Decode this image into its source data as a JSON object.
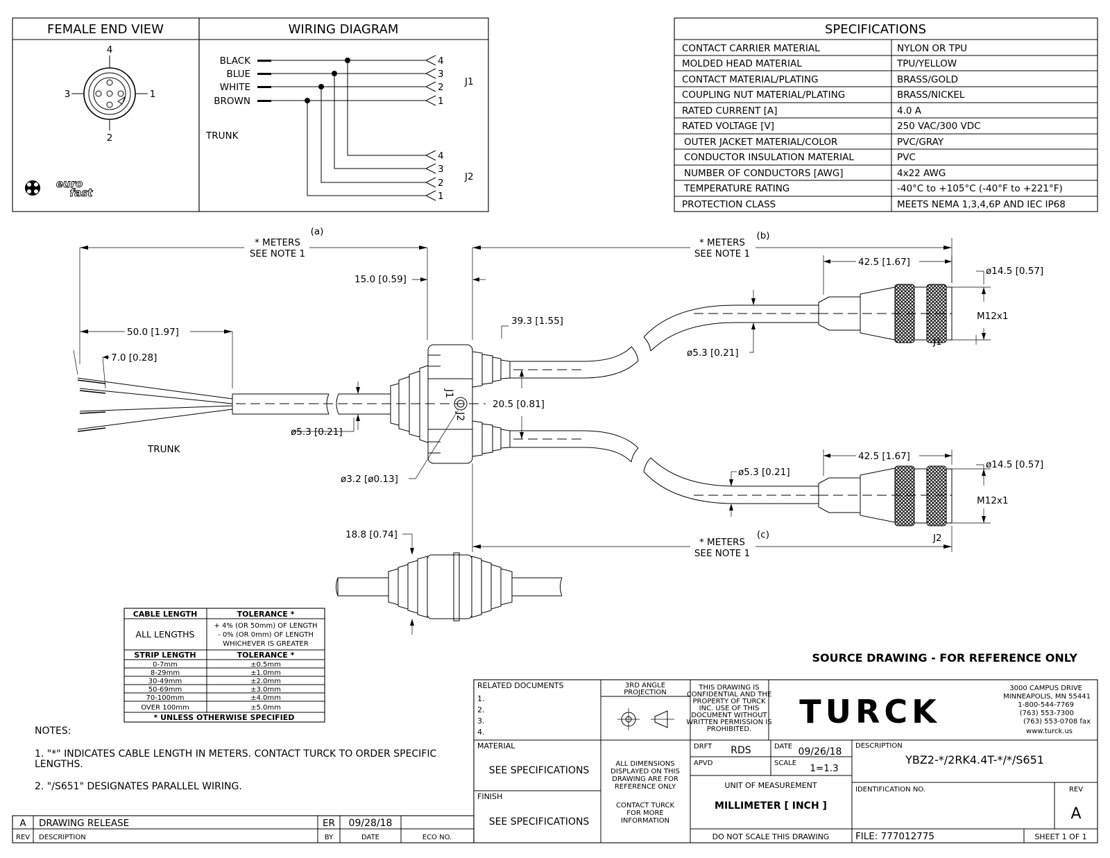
{
  "female_end_view": {
    "title": "FEMALE END VIEW",
    "pin_labels": [
      "4",
      "3",
      "1",
      "2"
    ],
    "logo_text": "eurofast"
  },
  "wiring_diagram": {
    "title": "WIRING DIAGRAM",
    "wires": [
      "BLACK",
      "BLUE",
      "WHITE",
      "BROWN"
    ],
    "trunk_label": "TRUNK",
    "j1_label": "J1",
    "j2_label": "J2",
    "j1_pins": [
      "4",
      "3",
      "2",
      "1"
    ],
    "j2_pins": [
      "4",
      "3",
      "2",
      "1"
    ]
  },
  "specifications": {
    "title": "SPECIFICATIONS",
    "rows": [
      {
        "label": "CONTACT CARRIER MATERIAL",
        "value": "NYLON OR TPU"
      },
      {
        "label": "MOLDED HEAD MATERIAL",
        "value": "TPU/YELLOW"
      },
      {
        "label": "CONTACT MATERIAL/PLATING",
        "value": "BRASS/GOLD"
      },
      {
        "label": "COUPLING NUT MATERIAL/PLATING",
        "value": "BRASS/NICKEL"
      },
      {
        "label": "RATED CURRENT [A]",
        "value": "4.0 A"
      },
      {
        "label": "RATED VOLTAGE [V]",
        "value": "250 VAC/300 VDC"
      },
      {
        "label": "OUTER JACKET MATERIAL/COLOR",
        "value": "PVC/GRAY"
      },
      {
        "label": "CONDUCTOR INSULATION MATERIAL",
        "value": "PVC"
      },
      {
        "label": "NUMBER OF CONDUCTORS [AWG]",
        "value": "4x22 AWG"
      },
      {
        "label": "TEMPERATURE RATING",
        "value": "-40°C to +105°C (-40°F to +221°F)"
      },
      {
        "label": "PROTECTION CLASS",
        "value": "MEETS NEMA 1,3,4,6P AND IEC IP68"
      }
    ]
  },
  "dimensions": {
    "meters_a": "* METERS",
    "note_a": "SEE NOTE 1",
    "tag_a": "(a)",
    "meters_b": "* METERS",
    "note_b": "SEE NOTE 1",
    "tag_b": "(b)",
    "meters_c": "* METERS",
    "note_c": "SEE NOTE 1",
    "tag_c": "(c)",
    "d_15": "15.0 [0.59]",
    "d_50": "50.0 [1.97]",
    "d_7": "7.0 [0.28]",
    "d_393": "39.3 [1.55]",
    "d_205": "20.5 [0.81]",
    "d_53_trunk": "ø5.3 [0.21]",
    "d_32": "ø3.2 [ø0.13]",
    "d_53_j1": "ø5.3 [0.21]",
    "d_53_j2": "ø5.3 [0.21]",
    "d_425_j1": "42.5 [1.67]",
    "d_425_j2": "42.5 [1.67]",
    "d_145_j1": "ø14.5 [0.57]",
    "d_145_j2": "ø14.5 [0.57]",
    "m12_j1": "M12x1",
    "m12_j2": "M12x1",
    "d_188": "18.8 [0.74]",
    "trunk_label": "TRUNK",
    "j1_label": "J1",
    "j2_label": "J2",
    "split_j1": "J1",
    "split_j2": "J2"
  },
  "tolerance_table": {
    "h_cable": "CABLE LENGTH",
    "h_tol": "TOLERANCE *",
    "all_lengths": "ALL LENGTHS",
    "all_tol_1": "+ 4% (OR 50mm) OF LENGTH",
    "all_tol_2": "- 0% (OR 0mm) OF LENGTH",
    "all_tol_3": "WHICHEVER IS GREATER",
    "h_strip": "STRIP LENGTH",
    "h_tol2": "TOLERANCE *",
    "strip_rows": [
      {
        "range": "0-7mm",
        "tol": "±0.5mm"
      },
      {
        "range": "8-29mm",
        "tol": "±1.0mm"
      },
      {
        "range": "30-49mm",
        "tol": "±2.0mm"
      },
      {
        "range": "50-69mm",
        "tol": "±3.0mm"
      },
      {
        "range": "70-100mm",
        "tol": "±4.0mm"
      },
      {
        "range": "OVER 100mm",
        "tol": "±5.0mm"
      }
    ],
    "footer": "* UNLESS OTHERWISE SPECIFIED"
  },
  "notes": {
    "title": "NOTES:",
    "n1_line1": "1.  \"*\" INDICATES CABLE LENGTH IN METERS. CONTACT TURCK TO ORDER SPECIFIC",
    "n1_line2": "LENGTHS.",
    "n2": "2.  \"/S651\" DESIGNATES PARALLEL WIRING."
  },
  "source_note": "SOURCE DRAWING - FOR REFERENCE ONLY",
  "revision_block": {
    "rev": "A",
    "description": "DRAWING RELEASE",
    "by": "ER",
    "date": "09/28/18",
    "h_rev": "REV",
    "h_desc": "DESCRIPTION",
    "h_by": "BY",
    "h_date": "DATE",
    "h_eco": "ECO NO."
  },
  "title_block": {
    "related_docs": "RELATED DOCUMENTS",
    "doc_numbers": [
      "1.",
      "2.",
      "3.",
      "4."
    ],
    "projection_1": "3RD ANGLE",
    "projection_2": "PROJECTION",
    "conf_lines": [
      "THIS DRAWING IS",
      "CONFIDENTIAL AND THE",
      "PROPERTY OF TURCK",
      "INC. USE OF THIS",
      "DOCUMENT WITHOUT",
      "WRITTEN PERMISSION IS",
      "PROHIBITED."
    ],
    "company": "TURCK",
    "addr_lines": [
      "3000 CAMPUS DRIVE",
      "MINNEAPOLIS, MN 55441",
      "1-800-544-7769",
      "(763) 553-7300",
      "(763) 553-0708 fax",
      "www.turck.us"
    ],
    "material_label": "MATERIAL",
    "material_value": "SEE SPECIFICATIONS",
    "finish_label": "FINISH",
    "finish_value": "SEE SPECIFICATIONS",
    "dims_lines": [
      "ALL DIMENSIONS",
      "DISPLAYED ON THIS",
      "DRAWING ARE FOR",
      "REFERENCE ONLY"
    ],
    "contact_lines": [
      "CONTACT TURCK",
      "FOR MORE",
      "INFORMATION"
    ],
    "drft_label": "DRFT",
    "drft_value": "RDS",
    "date_label": "DATE",
    "date_value": "09/26/18",
    "apvd_label": "APVD",
    "scale_label": "SCALE",
    "scale_value": "1=1.3",
    "uom_label": "UNIT OF MEASUREMENT",
    "uom_value": "MILLIMETER [ INCH ]",
    "no_scale": "DO NOT SCALE THIS DRAWING",
    "desc_label": "DESCRIPTION",
    "desc_value": "YBZ2-*/2RK4.4T-*/*/S651",
    "ident_label": "IDENTIFICATION NO.",
    "rev_label": "REV",
    "rev_value": "A",
    "file": "FILE: 777012775",
    "sheet": "SHEET 1 OF 1"
  }
}
